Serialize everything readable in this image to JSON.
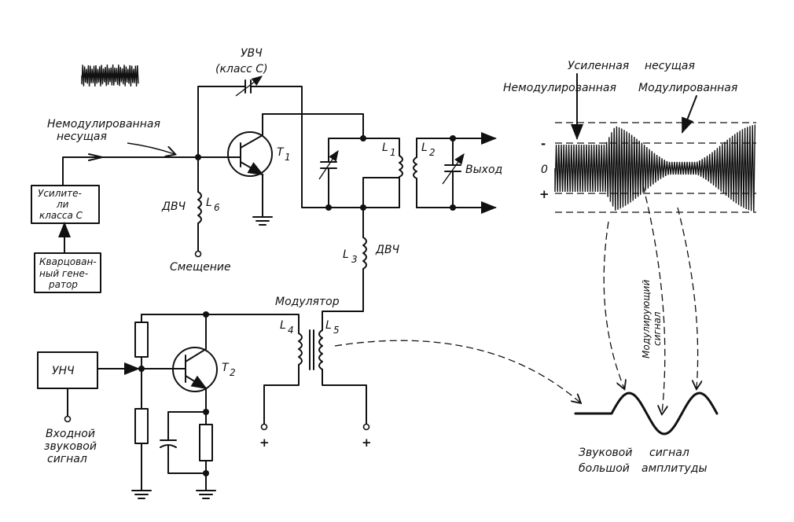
{
  "labels": {
    "rf_amp_title": "УВЧ",
    "rf_amp_class": "(класс  С)",
    "unmod_carrier_left_1": "Немодулированная",
    "unmod_carrier_left_2": "несущая",
    "amp_class_c_1": "Усилите-",
    "amp_class_c_2": "ли",
    "amp_class_c_3": "класса С",
    "crystal_osc_1": "Кварцован-",
    "crystal_osc_2": "ный гене-",
    "crystal_osc_3": "ратор",
    "choke_left": "ДВЧ",
    "l6": "L",
    "l6_sub": "6",
    "bias": "Смещение",
    "t1": "T",
    "t1_sub": "1",
    "l1": "L",
    "l1_sub": "1",
    "l2": "L",
    "l2_sub": "2",
    "output": "Выход",
    "l3": "L",
    "l3_sub": "3",
    "choke_right": "ДВЧ",
    "modulator": "Модулятор",
    "l4": "L",
    "l4_sub": "4",
    "l5": "L",
    "l5_sub": "5",
    "af_amp": "УНЧ",
    "t2": "T",
    "t2_sub": "2",
    "input_1": "Входной",
    "input_2": "звуковой",
    "input_3": "сигнал",
    "plus_left": "+",
    "plus_right": "+",
    "amp_carrier_1": "Усиленная",
    "amp_carrier_2": "несущая",
    "unmod_right": "Немодулированная",
    "mod_right": "Модулированная",
    "sign_minus": "-",
    "sign_zero": "0",
    "sign_plus": "+",
    "modulating_1": "Модулирующий",
    "modulating_2": "сигнал",
    "audio_1": "Звуковой",
    "audio_2": "сигнал",
    "audio_3": "большой",
    "audio_4": "амплитуды"
  }
}
